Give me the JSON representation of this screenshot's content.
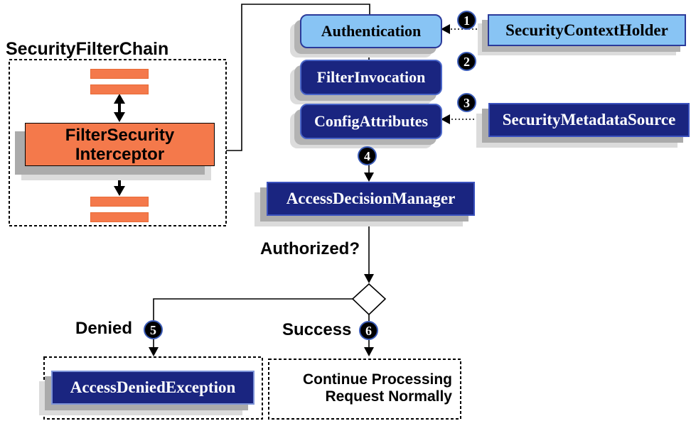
{
  "filter_chain": {
    "title": "SecurityFilterChain",
    "interceptor_line1": "FilterSecurity",
    "interceptor_line2": "Interceptor"
  },
  "nodes": {
    "authentication": "Authentication",
    "filter_invocation": "FilterInvocation",
    "config_attributes": "ConfigAttributes",
    "access_decision_manager": "AccessDecisionManager",
    "security_context_holder": "SecurityContextHolder",
    "security_metadata_source": "SecurityMetadataSource",
    "access_denied_exception": "AccessDeniedException"
  },
  "labels": {
    "authorized": "Authorized?",
    "denied": "Denied",
    "success": "Success",
    "continue_line1": "Continue Processing",
    "continue_line2": "Request Normally"
  },
  "badges": {
    "b1": "1",
    "b2": "2",
    "b3": "3",
    "b4": "4",
    "b5": "5",
    "b6": "6"
  },
  "colors": {
    "light_blue_fill": "#88C4F4",
    "navy_fill": "#1A2580",
    "dark_blue_border": "#2B3A9A",
    "medium_blue_border": "#3B52BE",
    "orange_fill": "#F4794B",
    "shadow_dark": "#ABABAB",
    "shadow_light": "#DBDBDB",
    "line_color": "#000000"
  }
}
